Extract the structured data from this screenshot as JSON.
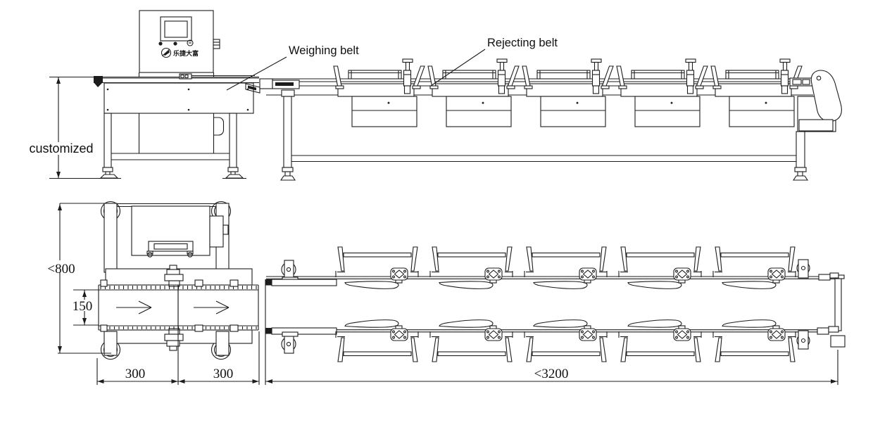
{
  "labels": {
    "weighing_belt": "Weighing belt",
    "rejecting_belt": "Rejecting belt"
  },
  "dimensions": {
    "height": "customized",
    "width_overall": "<800",
    "belt_width": "150",
    "belt_sections": [
      "300",
      "300"
    ],
    "conveyor_length": "<3200"
  },
  "brand": {
    "logo_text": "乐捷大富",
    "logo_icon": "circular-emblem"
  },
  "colors": {
    "line": "#1c1c1c",
    "background": "#ffffff"
  }
}
